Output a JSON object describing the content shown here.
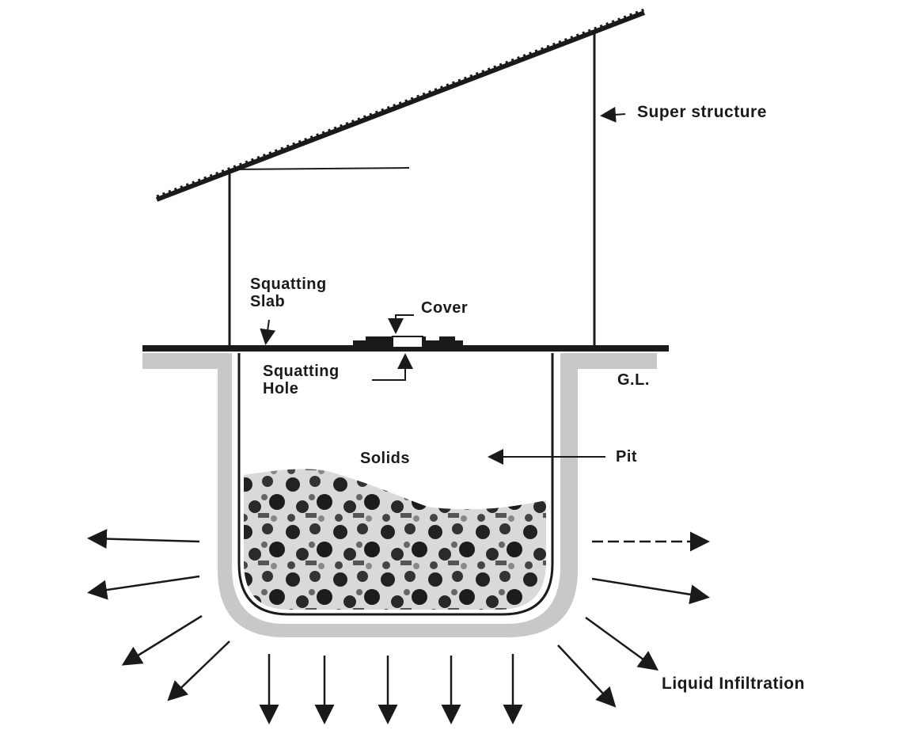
{
  "labels": {
    "super_structure": "Super structure",
    "squatting_slab_1": "Squatting",
    "squatting_slab_2": "Slab",
    "cover": "Cover",
    "squatting_hole_1": "Squatting",
    "squatting_hole_2": "Hole",
    "ground_level": "G.L.",
    "solids": "Solids",
    "pit": "Pit",
    "liquid_infiltration": "Liquid Infiltration"
  },
  "colors": {
    "ink": "#1a1a1a",
    "pit_lining": "#c8c8c8",
    "paper": "#ffffff"
  }
}
